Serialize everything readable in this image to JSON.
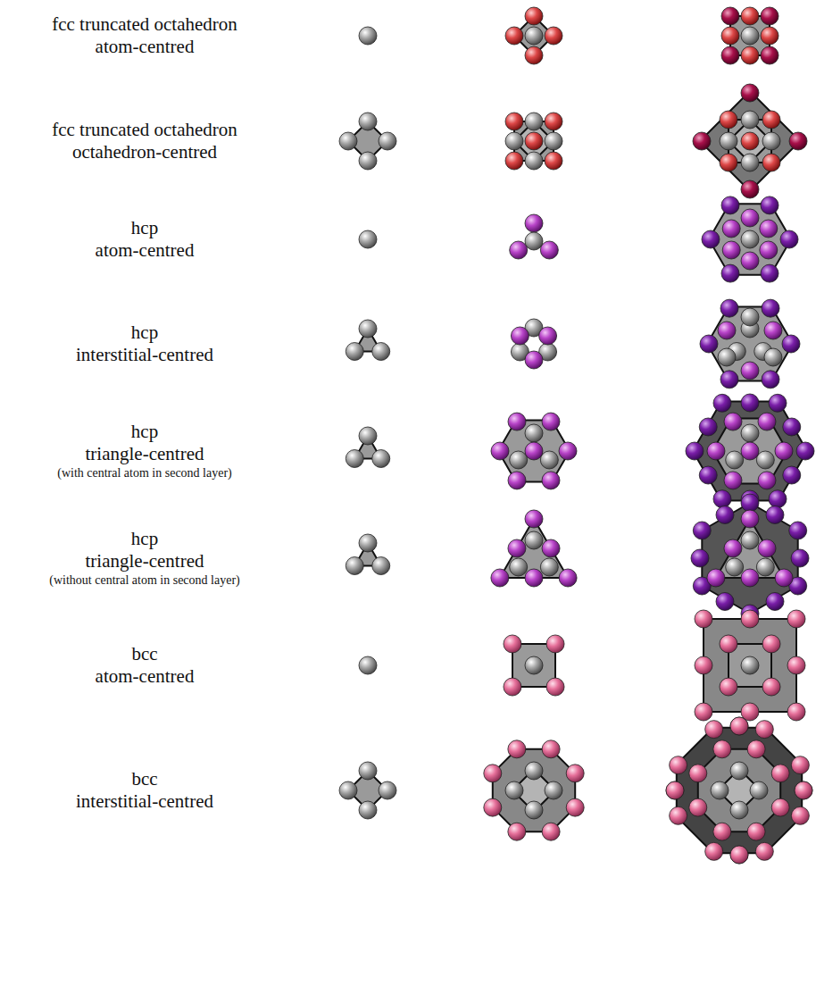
{
  "diagram": {
    "labels": [
      "fcc truncated octahedron",
      "atom-centred",
      "fcc truncated octahedron",
      "octahedron-centred",
      "hcp",
      "atom-centred",
      "hcp",
      "interstitial-centred",
      "hcp",
      "triangle-centred",
      "(with central atom in second layer)",
      "hcp",
      "triangle-centred",
      "(without central atom in second layer)",
      "bcc",
      "atom-centred",
      "bcc",
      "interstitial-centred"
    ]
  }
}
